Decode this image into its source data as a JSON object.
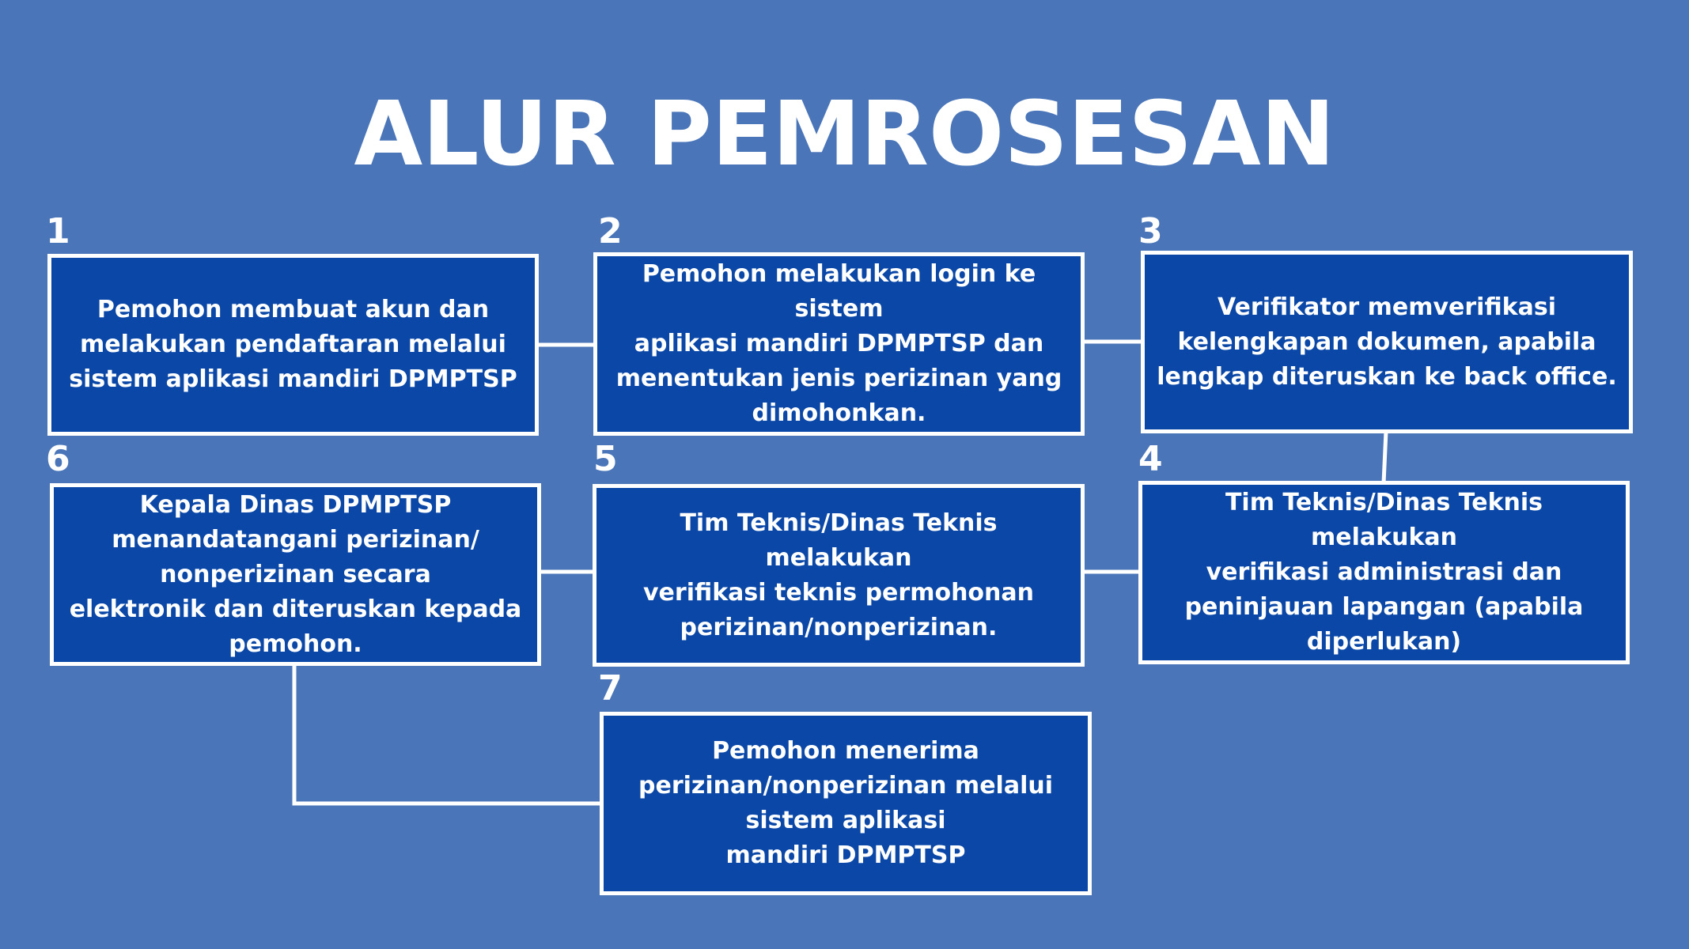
{
  "title": "ALUR PEMROSESAN",
  "steps": [
    {
      "number": "1",
      "text": "Pemohon membuat akun dan\nmelakukan pendaftaran melalui\nsistem aplikasi mandiri DPMPTSP"
    },
    {
      "number": "2",
      "text": "Pemohon melakukan login ke sistem\naplikasi mandiri DPMPTSP dan\nmenentukan jenis perizinan yang\ndimohonkan."
    },
    {
      "number": "3",
      "text": "Verifikator memverifikasi\nkelengkapan dokumen, apabila\nlengkap diteruskan ke back office."
    },
    {
      "number": "4",
      "text": "Tim Teknis/Dinas Teknis melakukan\nverifikasi administrasi dan\npeninjauan lapangan (apabila\ndiperlukan)"
    },
    {
      "number": "5",
      "text": "Tim Teknis/Dinas Teknis melakukan\nverifikasi teknis permohonan\nperizinan/nonperizinan."
    },
    {
      "number": "6",
      "text": "Kepala Dinas DPMPTSP\nmenandatangani perizinan/\nnonperizinan secara\nelektronik dan diteruskan kepada\npemohon."
    },
    {
      "number": "7",
      "text": "Pemohon menerima\nperizinan/nonperizinan melalui\nsistem aplikasi\nmandiri DPMPTSP"
    }
  ]
}
